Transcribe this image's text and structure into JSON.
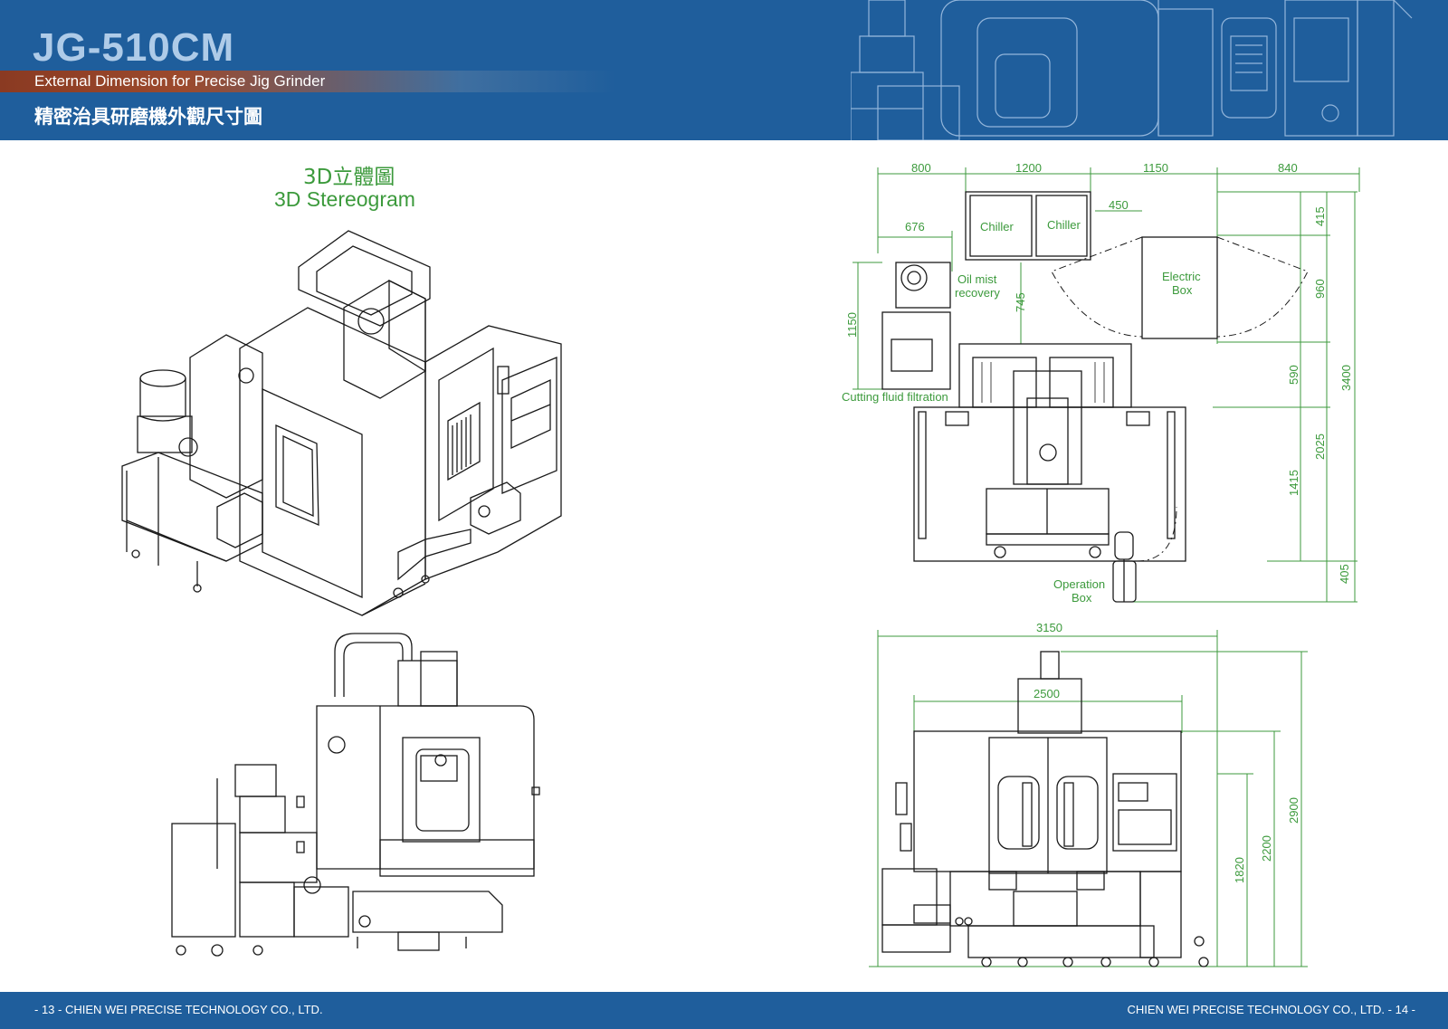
{
  "header": {
    "model": "JG-510CM",
    "subtitle": "External Dimension for Precise Jig Grinder",
    "title_cn": "精密治具研磨機外觀尺寸圖"
  },
  "stereogram": {
    "title_cn": "3D立體圖",
    "title_en": "3D Stereogram"
  },
  "top_view": {
    "dims_top": [
      "800",
      "1200",
      "1150",
      "840"
    ],
    "dim_450": "450",
    "dim_676": "676",
    "dim_745": "745",
    "dim_1150_side": "1150",
    "dims_right_inner": [
      "415",
      "960",
      "590",
      "1415",
      "405"
    ],
    "dim_2025": "2025",
    "dim_3400": "3400",
    "labels": {
      "chiller_1": "Chiller",
      "chiller_2": "Chiller",
      "oil_mist_1": "Oil mist",
      "oil_mist_2": "recovery",
      "electric_1": "Electric",
      "electric_2": "Box",
      "cutting_fluid": "Cutting fluid filtration",
      "operation_1": "Operation",
      "operation_2": "Box"
    }
  },
  "front_view": {
    "dim_3150": "3150",
    "dim_2500": "2500",
    "dim_1820": "1820",
    "dim_2200": "2200",
    "dim_2900": "2900"
  },
  "footer": {
    "left": "- 13 - CHIEN WEI PRECISE TECHNOLOGY CO., LTD.",
    "right": "CHIEN WEI PRECISE TECHNOLOGY CO., LTD. - 14 -"
  },
  "colors": {
    "header_blue": "#1f5e9c",
    "accent_rust": "#8a3a22",
    "dimension_green": "#3c9a3c",
    "line_black": "#1a1a1a"
  }
}
